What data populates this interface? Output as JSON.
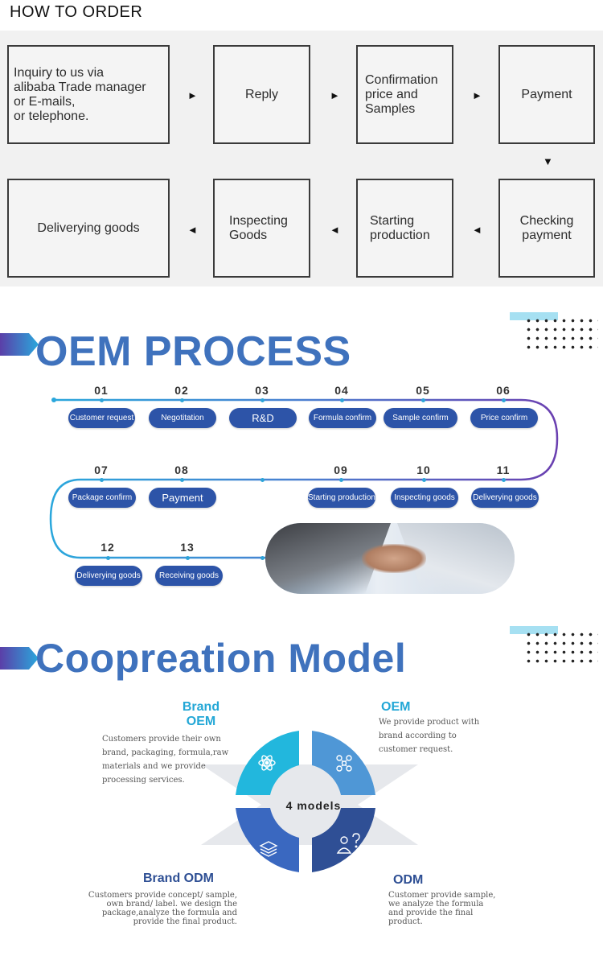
{
  "order": {
    "title": "HOW TO ORDER",
    "steps": [
      {
        "lines": [
          "Inquiry to us via",
          "alibaba Trade manager",
          "or E-mails,",
          "or telephone."
        ]
      },
      {
        "lines": [
          "Reply"
        ]
      },
      {
        "lines": [
          "Confirmation",
          "price and",
          "Samples"
        ]
      },
      {
        "lines": [
          "Payment"
        ]
      },
      {
        "lines": [
          "Checking",
          "payment"
        ]
      },
      {
        "lines": [
          "Starting",
          "production"
        ]
      },
      {
        "lines": [
          "Inspecting",
          "Goods"
        ]
      },
      {
        "lines": [
          "Deliverying goods"
        ]
      }
    ]
  },
  "oem": {
    "title": "OEM PROCESS",
    "steps": [
      {
        "num": "01",
        "label": "Customer request"
      },
      {
        "num": "02",
        "label": "Negotitation"
      },
      {
        "num": "03",
        "label": "R&D"
      },
      {
        "num": "04",
        "label": "Formula confirm"
      },
      {
        "num": "05",
        "label": "Sample confirm"
      },
      {
        "num": "06",
        "label": "Price confirm"
      },
      {
        "num": "07",
        "label": "Package confirm"
      },
      {
        "num": "08",
        "label": "Payment"
      },
      {
        "num": "09",
        "label": "Starting production"
      },
      {
        "num": "10",
        "label": "Inspecting goods"
      },
      {
        "num": "11",
        "label": "Deliverying goods"
      },
      {
        "num": "12",
        "label": "Deliverying goods"
      },
      {
        "num": "13",
        "label": "Receiving goods"
      }
    ]
  },
  "coop": {
    "title": "Coopreation Model",
    "center_label": "4 models",
    "brand_oem": {
      "title_lines": [
        "Brand",
        "OEM"
      ],
      "text_lines": [
        "Customers provide their own",
        "brand, packaging, formula,raw",
        "materials and we provide",
        "processing services."
      ]
    },
    "oem": {
      "title": "OEM",
      "text_lines": [
        "We provide product with",
        "brand according to",
        "customer request."
      ]
    },
    "brand_odm": {
      "title": "Brand ODM",
      "text_lines": [
        "Customers provide concept/ sample,",
        "own brand/ label. we design the",
        "package,analyze the formula and",
        "provide  the final product."
      ]
    },
    "odm": {
      "title": "ODM",
      "text_lines": [
        "Customer provide sample,",
        "we analyze the formula",
        "and provide the final",
        "product."
      ]
    }
  },
  "colors": {
    "brand_blue": "#3f72bd",
    "pill_blue": "#2d54a8",
    "cyan": "#23a7d6",
    "panel_gray": "#f1f1f1"
  }
}
